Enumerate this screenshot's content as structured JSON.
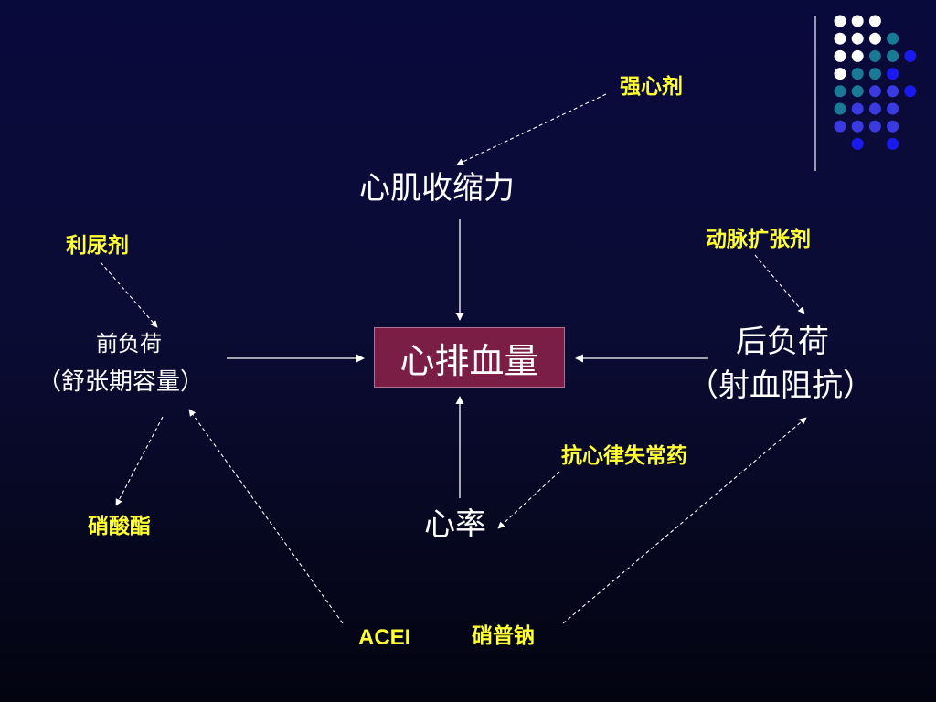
{
  "center": "心排血量",
  "nodes": {
    "contractility": "心肌收缩力",
    "preload_line1": "前负荷",
    "preload_line2": "（舒张期容量）",
    "afterload_line1": "后负荷",
    "afterload_line2": "（射血阻抗）",
    "heart_rate": "心率"
  },
  "drugs": {
    "inotropes": "强心剂",
    "diuretics": "利尿剂",
    "arterial_dilators": "动脉扩张剂",
    "antiarrhythmics": "抗心律失常药",
    "nitrates": "硝酸酯",
    "acei": "ACEI",
    "nitroprusside": "硝普钠"
  },
  "colors": {
    "background": "#090a3c",
    "center_box": "#7a1e46",
    "drug_text": "#ffff33",
    "node_text": "#ffffff",
    "dot_white": "#ffffff",
    "dot_teal": "#1a7a96",
    "dot_blue": "#3a3ae0",
    "dot_bright_blue": "#1a1aee"
  }
}
